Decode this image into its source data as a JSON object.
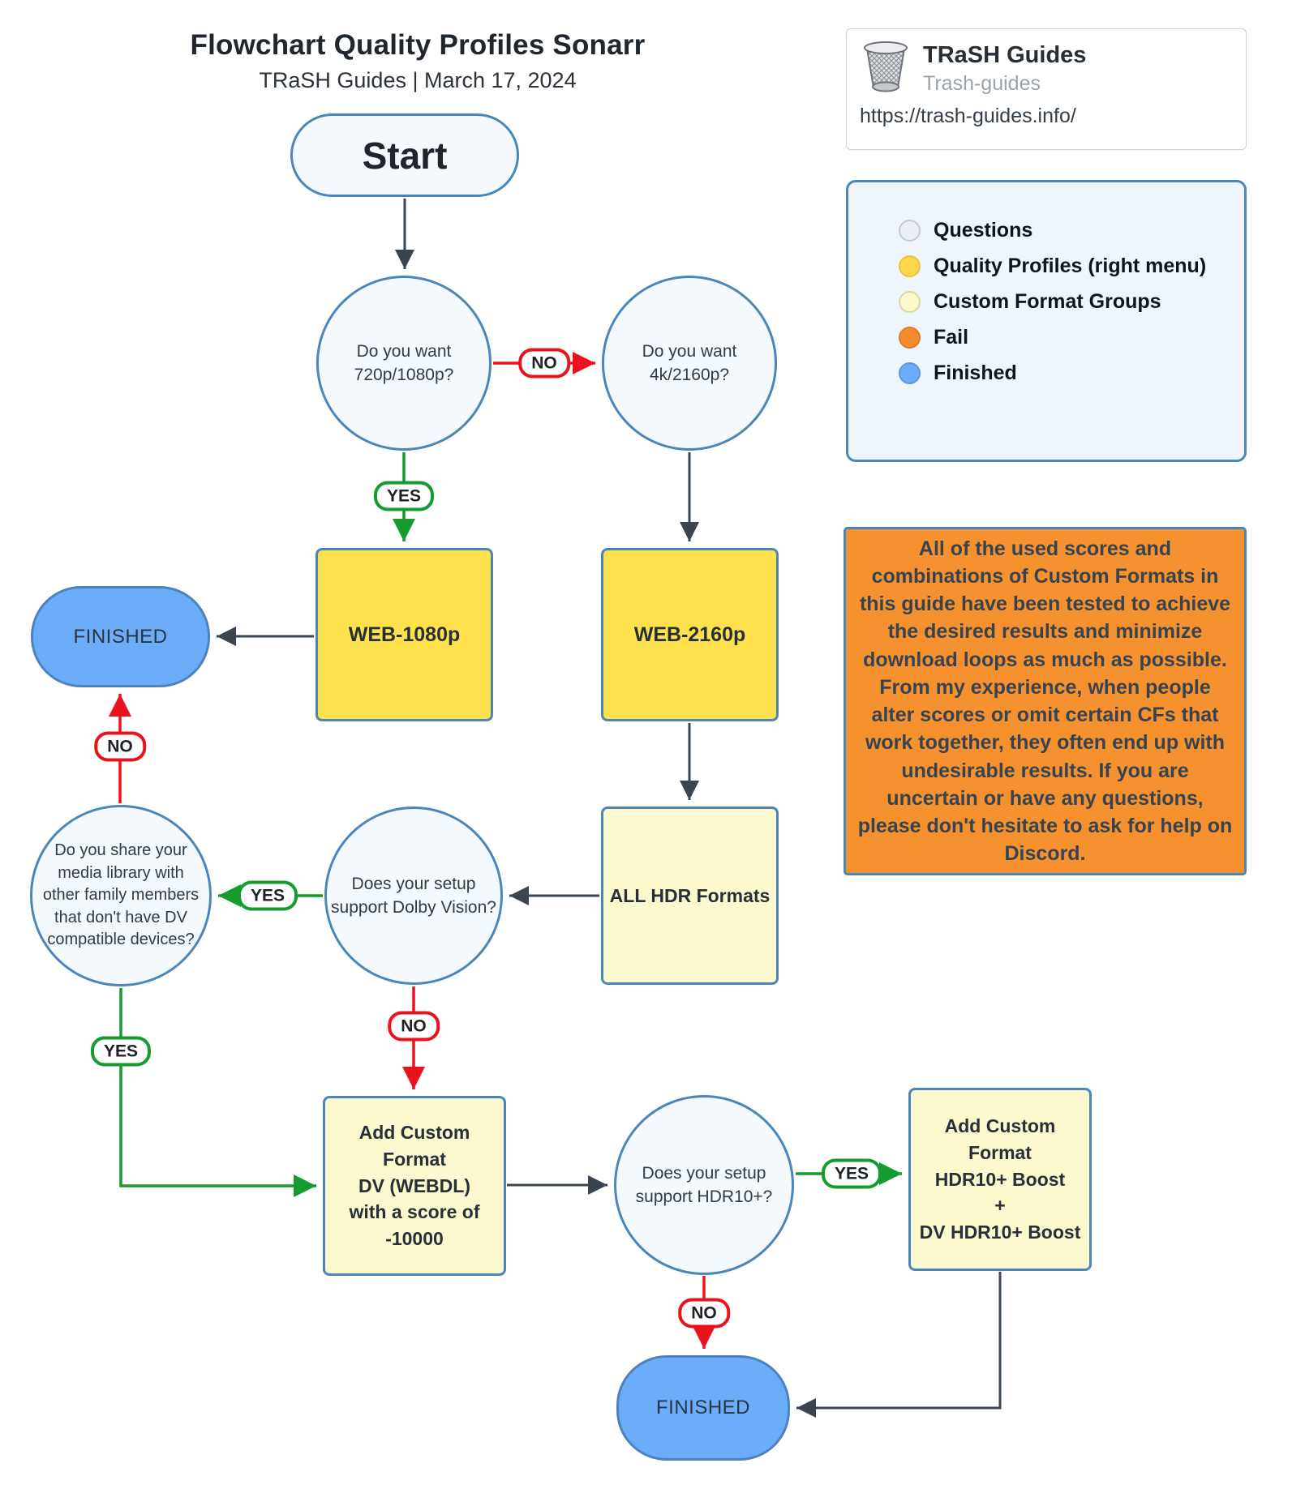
{
  "header": {
    "title": "Flowchart Quality Profiles Sonarr",
    "subtitle": "TRaSH Guides  |  March 17, 2024"
  },
  "source_card": {
    "name": "TRaSH Guides",
    "handle": "Trash-guides",
    "url": "https://trash-guides.info/"
  },
  "legend": {
    "items": [
      {
        "label": "Questions",
        "fill": "#eceff8",
        "border": "#c6cad8"
      },
      {
        "label": "Quality Profiles (right menu)",
        "fill": "#fed74d",
        "border": "#ecc33c"
      },
      {
        "label": "Custom Format Groups",
        "fill": "#faf8cc",
        "border": "#ddd89c"
      },
      {
        "label": "Fail",
        "fill": "#f68b2e",
        "border": "#e07b22"
      },
      {
        "label": "Finished",
        "fill": "#6badf9",
        "border": "#5c97dd"
      }
    ]
  },
  "note": {
    "text": "All of the used scores and combinations of Custom Formats in this guide have been tested to achieve the desired results and minimize download loops as much as possible. From my experience, when people alter scores or omit certain CFs that work together, they often end up with undesirable results. If you are uncertain or have any questions, please don't hesitate to ask for help on Discord."
  },
  "flowchart": {
    "nodes": {
      "start": "Start",
      "q_hd": "Do you want\n720p/1080p?",
      "q_uhd": "Do you want\n4k/2160p?",
      "web_1080p": "WEB-1080p",
      "web_2160p": "WEB-2160p",
      "finished_left": "FINISHED",
      "all_hdr": "ALL HDR Formats",
      "q_dolby_vision": "Does your setup\nsupport Dolby Vision?",
      "q_family_share": "Do you share your\nmedia library with\nother family members\nthat don't have DV\ncompatible devices?",
      "add_dv_webdl": "Add Custom Format\nDV (WEBDL)\nwith a score of\n-10000",
      "q_hdr10_plus": "Does your setup\nsupport HDR10+?",
      "add_hdr10_boost": "Add Custom Format\nHDR10+ Boost\n+\nDV HDR10+ Boost",
      "finished_bottom": "FINISHED"
    },
    "edge_labels": {
      "yes": "YES",
      "no": "NO"
    },
    "colors": {
      "question_fill": "#f3f9fd",
      "node_border": "#4b86bb",
      "quality_profile_fill": "#ffe14d",
      "custom_format_fill": "#fbf9cd",
      "finished_fill": "#6badf9",
      "fail_fill": "#f6912f",
      "edge_dark": "#3b4551",
      "edge_red": "#e8131d",
      "edge_green": "#169c2e"
    }
  }
}
